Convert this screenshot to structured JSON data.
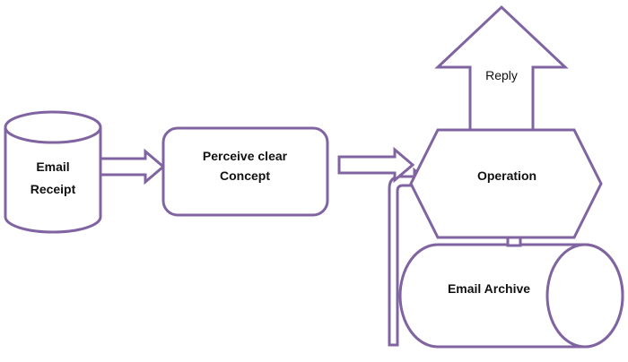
{
  "theme": {
    "stroke": "#8064A2",
    "fill": "#FFFFFF",
    "text": "#111111"
  },
  "nodes": {
    "email_receipt": {
      "line1": "Email",
      "line2": "Receipt"
    },
    "perceive": {
      "line1": "Perceive clear",
      "line2": "Concept"
    },
    "operation": {
      "label": "Operation"
    },
    "archive": {
      "label": "Email Archive"
    },
    "reply": {
      "label": "Reply"
    }
  }
}
